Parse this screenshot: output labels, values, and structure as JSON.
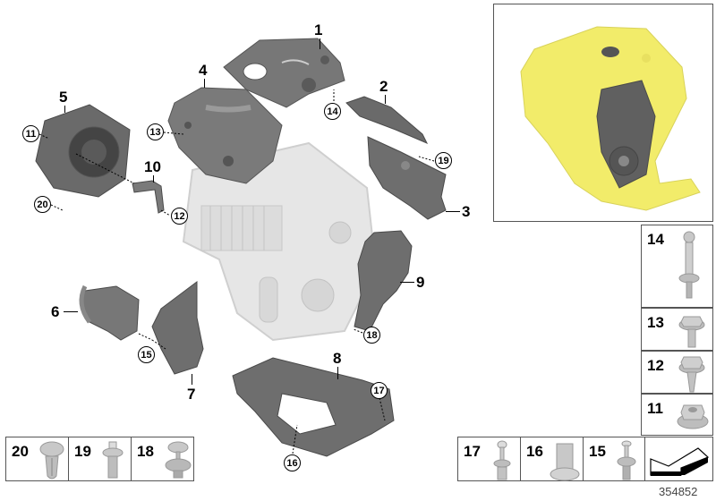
{
  "diagram": {
    "doc_number": "354852",
    "callouts": [
      {
        "id": "1",
        "label": "1"
      },
      {
        "id": "2",
        "label": "2"
      },
      {
        "id": "3",
        "label": "3"
      },
      {
        "id": "4",
        "label": "4"
      },
      {
        "id": "5",
        "label": "5"
      },
      {
        "id": "6",
        "label": "6"
      },
      {
        "id": "7",
        "label": "7"
      },
      {
        "id": "8",
        "label": "8"
      },
      {
        "id": "9",
        "label": "9"
      },
      {
        "id": "10",
        "label": "10"
      }
    ],
    "circled_refs": {
      "c11": "11",
      "c12": "12",
      "c13": "13",
      "c14": "14",
      "c15": "15",
      "c16": "16",
      "c17": "17",
      "c18": "18",
      "c19": "19",
      "c20": "20"
    },
    "parts_panel_right": [
      {
        "num": "14",
        "part": "ball-stud"
      },
      {
        "num": "13",
        "part": "hex-bolt"
      },
      {
        "num": "12",
        "part": "hex-bolt-flanged"
      },
      {
        "num": "11",
        "part": "hex-nut-flanged"
      }
    ],
    "parts_panel_bottom_right": [
      {
        "num": "17",
        "part": "expanding-rivet"
      },
      {
        "num": "16",
        "part": "clip-nut"
      },
      {
        "num": "15",
        "part": "expanding-rivet"
      }
    ],
    "parts_panel_bottom_left": [
      {
        "num": "20",
        "part": "push-clip"
      },
      {
        "num": "19",
        "part": "bolt-with-washer"
      },
      {
        "num": "18",
        "part": "push-clip-with-washer"
      }
    ],
    "colors": {
      "part_gray": "#6e6e6e",
      "engine_ghost": "#d8d8d8",
      "highlight_yellow": "#f2ec6a",
      "border": "#555555"
    }
  }
}
